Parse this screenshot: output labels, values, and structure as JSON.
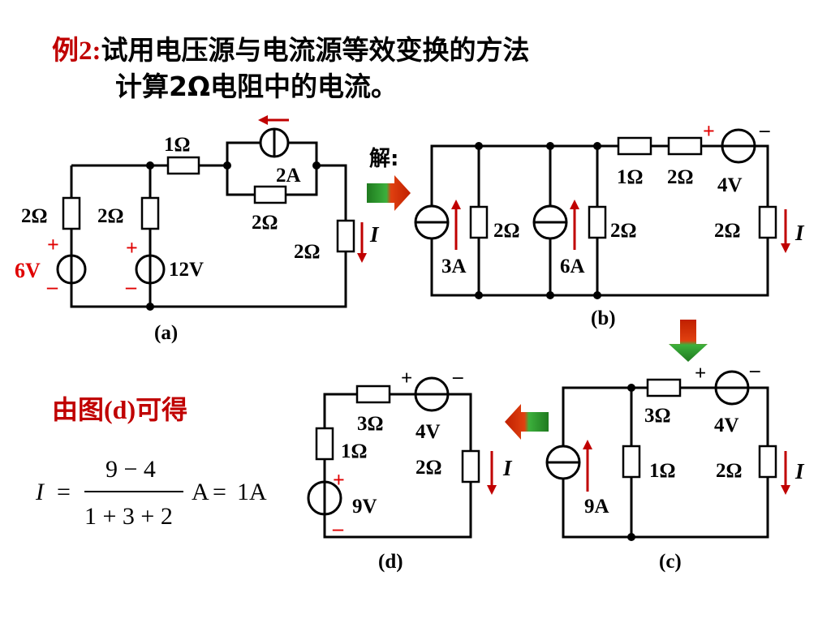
{
  "title": {
    "label": "例2:",
    "line1": "试用电压源与电流源等效变换的方法",
    "line2": "计算2Ω电阻中的电流。"
  },
  "solution_label": "解:",
  "circuit_a": {
    "caption": "(a)",
    "r_left": "2Ω",
    "r_mid": "2Ω",
    "r_top": "1Ω",
    "r_parallel": "2Ω",
    "r_load": "2Ω",
    "current_source": "2A",
    "v_left": "6V",
    "v_mid": "12V",
    "plus": "+",
    "minus": "–",
    "current": "I"
  },
  "circuit_b": {
    "caption": "(b)",
    "cs1": "3A",
    "cs2": "6A",
    "r1": "2Ω",
    "r2": "2Ω",
    "r_series1": "1Ω",
    "r_series2": "2Ω",
    "v_src": "4V",
    "r_load": "2Ω",
    "plus": "+",
    "minus": "–",
    "current": "I"
  },
  "circuit_c": {
    "caption": "(c)",
    "cs": "9A",
    "r_shunt": "1Ω",
    "r_series": "3Ω",
    "v_src": "4V",
    "r_load": "2Ω",
    "plus": "+",
    "minus": "–",
    "current": "I"
  },
  "circuit_d": {
    "caption": "(d)",
    "r1": "1Ω",
    "r_series": "3Ω",
    "v_src1": "9V",
    "v_src2": "4V",
    "r_load": "2Ω",
    "plus": "+",
    "minus": "–",
    "current": "I"
  },
  "conclusion": {
    "prefix": "由图",
    "ref": "(d)",
    "suffix": "可得"
  },
  "formula": {
    "lhs": "I",
    "eq": "=",
    "numerator": "9 − 4",
    "denominator": "1 + 3 + 2",
    "unit": "A",
    "eq2": "=",
    "result": "1A"
  },
  "colors": {
    "accent": "#c00000",
    "arrow_green": "#2e8b2e",
    "arrow_red": "#d02000",
    "wire": "#000000"
  }
}
